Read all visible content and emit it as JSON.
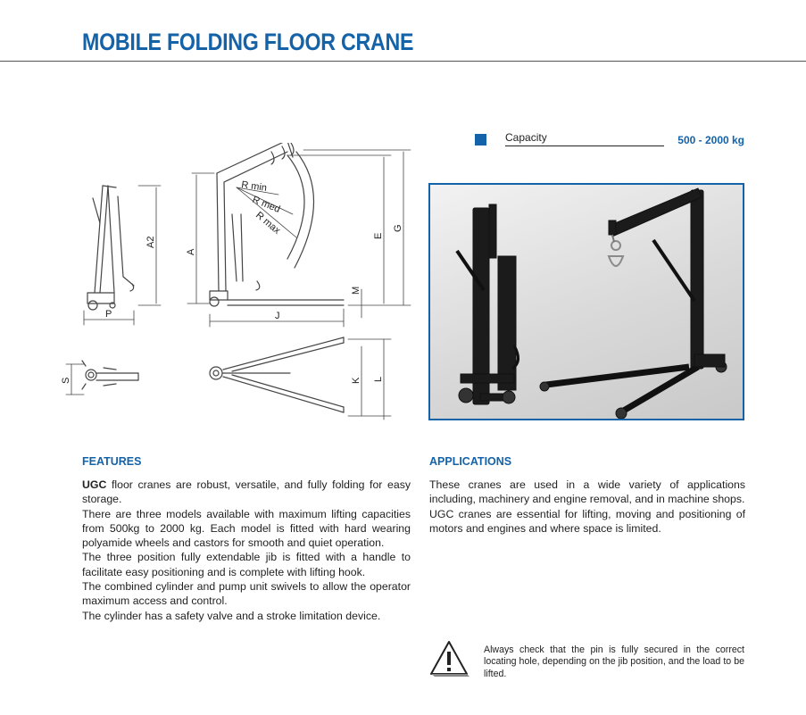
{
  "title": "MOBILE FOLDING FLOOR CRANE",
  "capacity": {
    "label": "Capacity",
    "value": "500 - 2000 kg"
  },
  "diagram_labels": {
    "A2": "A2",
    "P": "P",
    "A": "A",
    "J": "J",
    "M": "M",
    "E": "E",
    "G": "G",
    "r_min": "R min",
    "r_med": "R med",
    "r_max": "R max",
    "S": "S",
    "K": "K",
    "L": "L"
  },
  "features": {
    "heading": "FEATURES",
    "brand": "UGC",
    "p1_rest": " floor cranes are robust, versatile, and fully folding for easy storage.",
    "p2": "There are three models available with maximum lifting capacities from 500kg to 2000 kg. Each model is fitted with hard wearing polyamide wheels and castors for smooth and quiet operation.",
    "p3": "The three position fully extendable jib is fitted with a handle to facilitate easy positioning and is complete with lifting hook.",
    "p4": "The combined cylinder and pump unit swivels to allow the operator maximum access and control.",
    "p5": "The cylinder has a safety valve and a stroke limitation device."
  },
  "applications": {
    "heading": "APPLICATIONS",
    "p1": "These cranes are used in a wide variety of applications including, machinery and engine removal, and in  machine shops.",
    "p2": "UGC cranes are essential for lifting, moving and positioning of motors and engines and where space is limited."
  },
  "warning": {
    "text": "Always check that the pin is fully secured in the correct locating hole, depending on the jib position, and the load to be lifted."
  },
  "colors": {
    "accent": "#1462a8",
    "text": "#222222"
  }
}
